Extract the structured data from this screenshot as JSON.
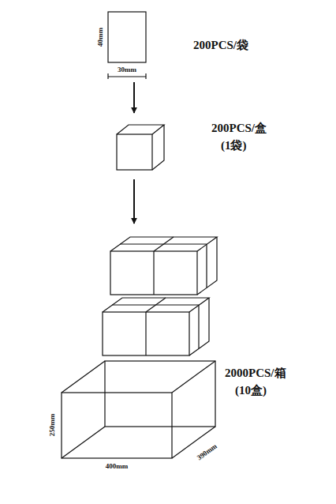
{
  "diagram": {
    "nodes": [
      {
        "text": [
          "200PCS/袋"
        ]
      },
      {
        "text": [
          "200PCS/盒",
          "(1袋)"
        ]
      },
      {
        "text": [
          "2000PCS/箱",
          "(10盒)"
        ]
      }
    ],
    "edges": [
      {
        "from": 0,
        "to": 1,
        "arrow": "to"
      },
      {
        "from": 1,
        "to": 2,
        "arrow": "to"
      }
    ],
    "labels": [
      "40mm",
      "30mm",
      "250mm",
      "400mm",
      "390mm"
    ]
  }
}
